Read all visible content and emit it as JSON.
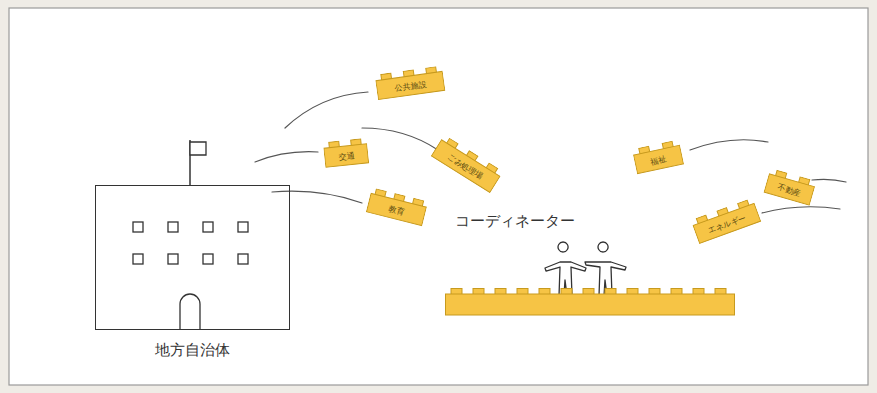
{
  "diagram": {
    "nodes": [
      {
        "text": [
          "地方自治体"
        ]
      },
      {
        "text": [
          "公共施設"
        ]
      },
      {
        "text": [
          "交通"
        ]
      },
      {
        "text": [
          "ごみ処理場"
        ]
      },
      {
        "text": [
          "教育"
        ]
      },
      {
        "text": [
          "コーディネーター"
        ]
      },
      {
        "text": [
          "福祉"
        ]
      },
      {
        "text": [
          "不動産"
        ]
      },
      {
        "text": [
          "エネルギー"
        ]
      }
    ]
  }
}
